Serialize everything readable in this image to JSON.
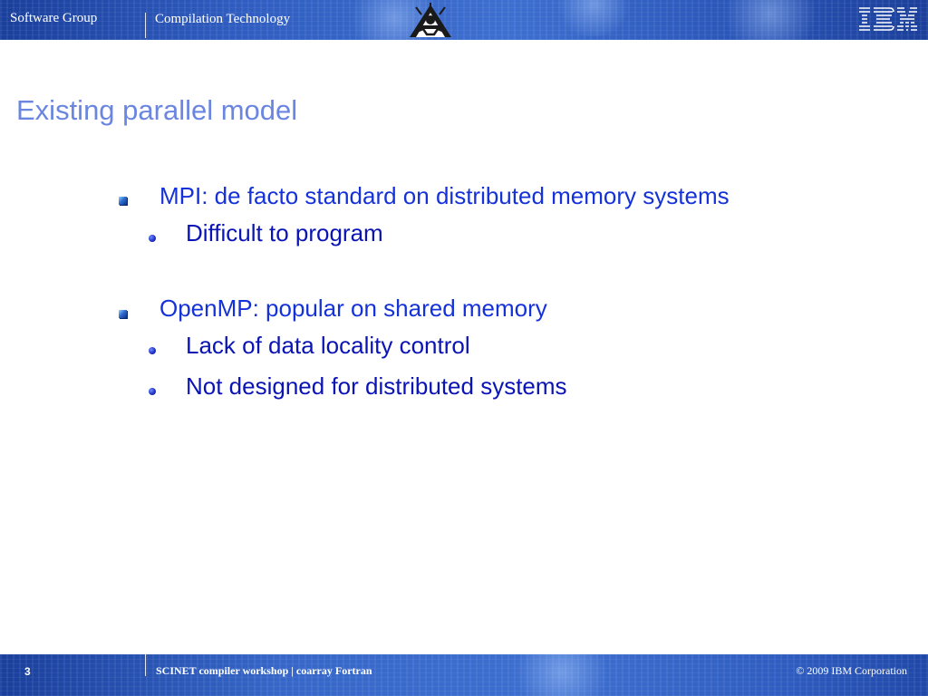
{
  "header": {
    "group": "Software Group",
    "subtitle": "Compilation Technology",
    "logo_text": "IBM"
  },
  "slide": {
    "title": "Existing parallel model",
    "bullets": [
      {
        "text": "MPI: de facto standard on distributed memory systems",
        "sub": [
          "Difficult to program"
        ]
      },
      {
        "text": "OpenMP: popular on shared memory",
        "sub": [
          "Lack of data locality control",
          "Not designed for distributed systems"
        ]
      }
    ]
  },
  "footer": {
    "page_number": "3",
    "talk_title": "SCINET compiler workshop  | coarray Fortran",
    "copyright": "© 2009 IBM Corporation"
  },
  "colors": {
    "bar_blue": "#2f5cc0",
    "title_blue": "#6a86e0",
    "level1_blue": "#1432d8",
    "level2_blue": "#0a14b4"
  },
  "icons": {
    "level1_bullet": "square-bullet-icon",
    "level2_bullet": "dot-bullet-icon",
    "header_emblem": "emblem-icon",
    "brand": "ibm-logo-icon"
  }
}
